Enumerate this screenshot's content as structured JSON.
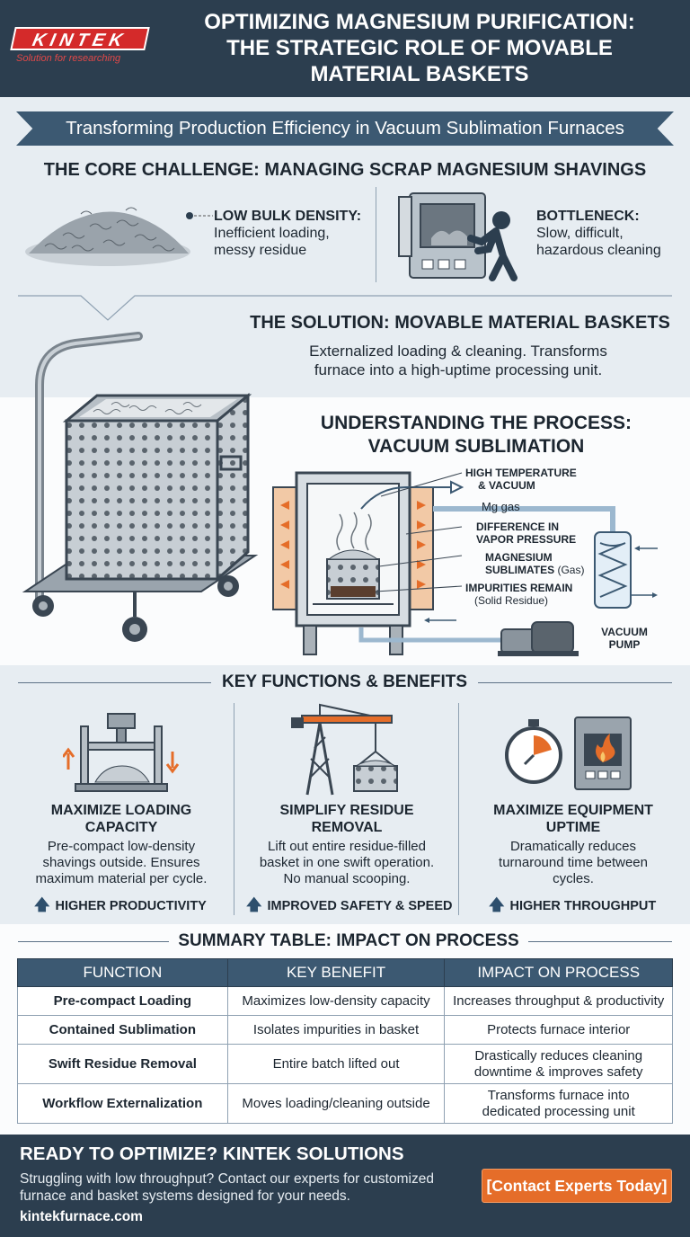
{
  "header": {
    "logo_text": "KINTEK",
    "logo_tagline": "Solution for researching",
    "title_line1": "OPTIMIZING MAGNESIUM PURIFICATION:",
    "title_line2": "THE STRATEGIC ROLE OF MOVABLE",
    "title_line3": "MATERIAL BASKETS"
  },
  "banner": "Transforming Production Efficiency in Vacuum Sublimation Furnaces",
  "challenge": {
    "heading": "THE CORE CHALLENGE: MANAGING SCRAP MAGNESIUM SHAVINGS",
    "left_title": "LOW BULK DENSITY:",
    "left_line1": "Inefficient loading,",
    "left_line2": "messy residue",
    "right_title": "BOTTLENECK:",
    "right_line1": "Slow, difficult,",
    "right_line2": "hazardous cleaning"
  },
  "solution": {
    "heading": "THE SOLUTION: MOVABLE MATERIAL BASKETS",
    "line1": "Externalized loading & cleaning. Transforms",
    "line2": "furnace into a high-uptime processing unit."
  },
  "process": {
    "title_line1": "UNDERSTANDING THE PROCESS:",
    "title_line2": "VACUUM SUBLIMATION",
    "label_high_temp_1": "HIGH TEMPERATURE",
    "label_high_temp_2": "& VACUUM",
    "label_mg_gas": "Mg gas",
    "label_diff_1": "DIFFERENCE IN",
    "label_diff_2": "VAPOR PRESSURE",
    "label_mag_1": "MAGNESIUM",
    "label_mag_2": "SUBLIMATES",
    "label_mag_3": "(Gas)",
    "label_imp_1": "IMPURITIES REMAIN",
    "label_imp_2": "(Solid Residue)",
    "label_pump_1": "VACUUM",
    "label_pump_2": "PUMP"
  },
  "benefits": {
    "heading": "KEY FUNCTIONS & BENEFITS",
    "items": [
      {
        "title_1": "MAXIMIZE LOADING",
        "title_2": "CAPACITY",
        "text_1": "Pre-compact low-density",
        "text_2": "shavings outside. Ensures",
        "text_3": "maximum material per cycle.",
        "tag": "HIGHER PRODUCTIVITY"
      },
      {
        "title_1": "SIMPLIFY RESIDUE",
        "title_2": "REMOVAL",
        "text_1": "Lift out entire residue-filled",
        "text_2": "basket in one swift operation.",
        "text_3": "No manual scooping.",
        "tag": "IMPROVED SAFETY & SPEED"
      },
      {
        "title_1": "MAXIMIZE EQUIPMENT",
        "title_2": "UPTIME",
        "text_1": "Dramatically reduces",
        "text_2": "turnaround time between",
        "text_3": "cycles.",
        "tag": "HIGHER THROUGHPUT"
      }
    ]
  },
  "summary": {
    "heading": "SUMMARY TABLE: IMPACT ON PROCESS",
    "columns": [
      "FUNCTION",
      "KEY BENEFIT",
      "IMPACT ON PROCESS"
    ],
    "rows": [
      {
        "function": "Pre-compact Loading",
        "benefit": "Maximizes low-density capacity",
        "impact_1": "Increases throughput & productivity",
        "impact_2": ""
      },
      {
        "function": "Contained Sublimation",
        "benefit": "Isolates impurities in basket",
        "impact_1": "Protects furnace interior",
        "impact_2": ""
      },
      {
        "function": "Swift Residue Removal",
        "benefit": "Entire batch lifted out",
        "impact_1": "Drastically reduces cleaning",
        "impact_2": "downtime & improves safety"
      },
      {
        "function": "Workflow Externalization",
        "benefit": "Moves loading/cleaning outside",
        "impact_1": "Transforms furnace into",
        "impact_2": "dedicated processing unit"
      }
    ]
  },
  "footer": {
    "heading": "READY TO OPTIMIZE? KINTEK SOLUTIONS",
    "line1": "Struggling with low throughput? Contact our experts for customized",
    "line2": "furnace and basket systems designed for your needs.",
    "url": "kintekfurnace.com",
    "cta": "[Contact Experts Today]"
  },
  "colors": {
    "navy": "#2c3e4f",
    "banner_blue": "#3c5972",
    "accent_orange": "#e56d29",
    "logo_red": "#d42a2a"
  }
}
